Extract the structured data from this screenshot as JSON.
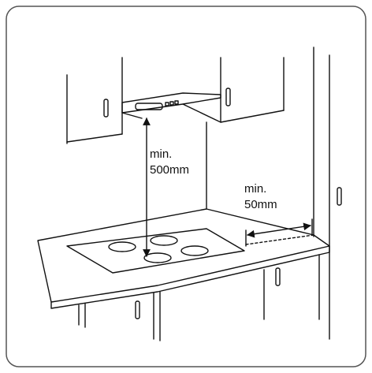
{
  "diagram": {
    "clearance_above": {
      "label_line1": "min.",
      "label_line2": "500mm",
      "value": 500,
      "unit": "mm"
    },
    "clearance_side": {
      "label_line1": "min.",
      "label_line2": "50mm",
      "value": 50,
      "unit": "mm"
    }
  },
  "colors": {
    "line": "#111111",
    "frame": "#555555",
    "background": "#ffffff"
  }
}
